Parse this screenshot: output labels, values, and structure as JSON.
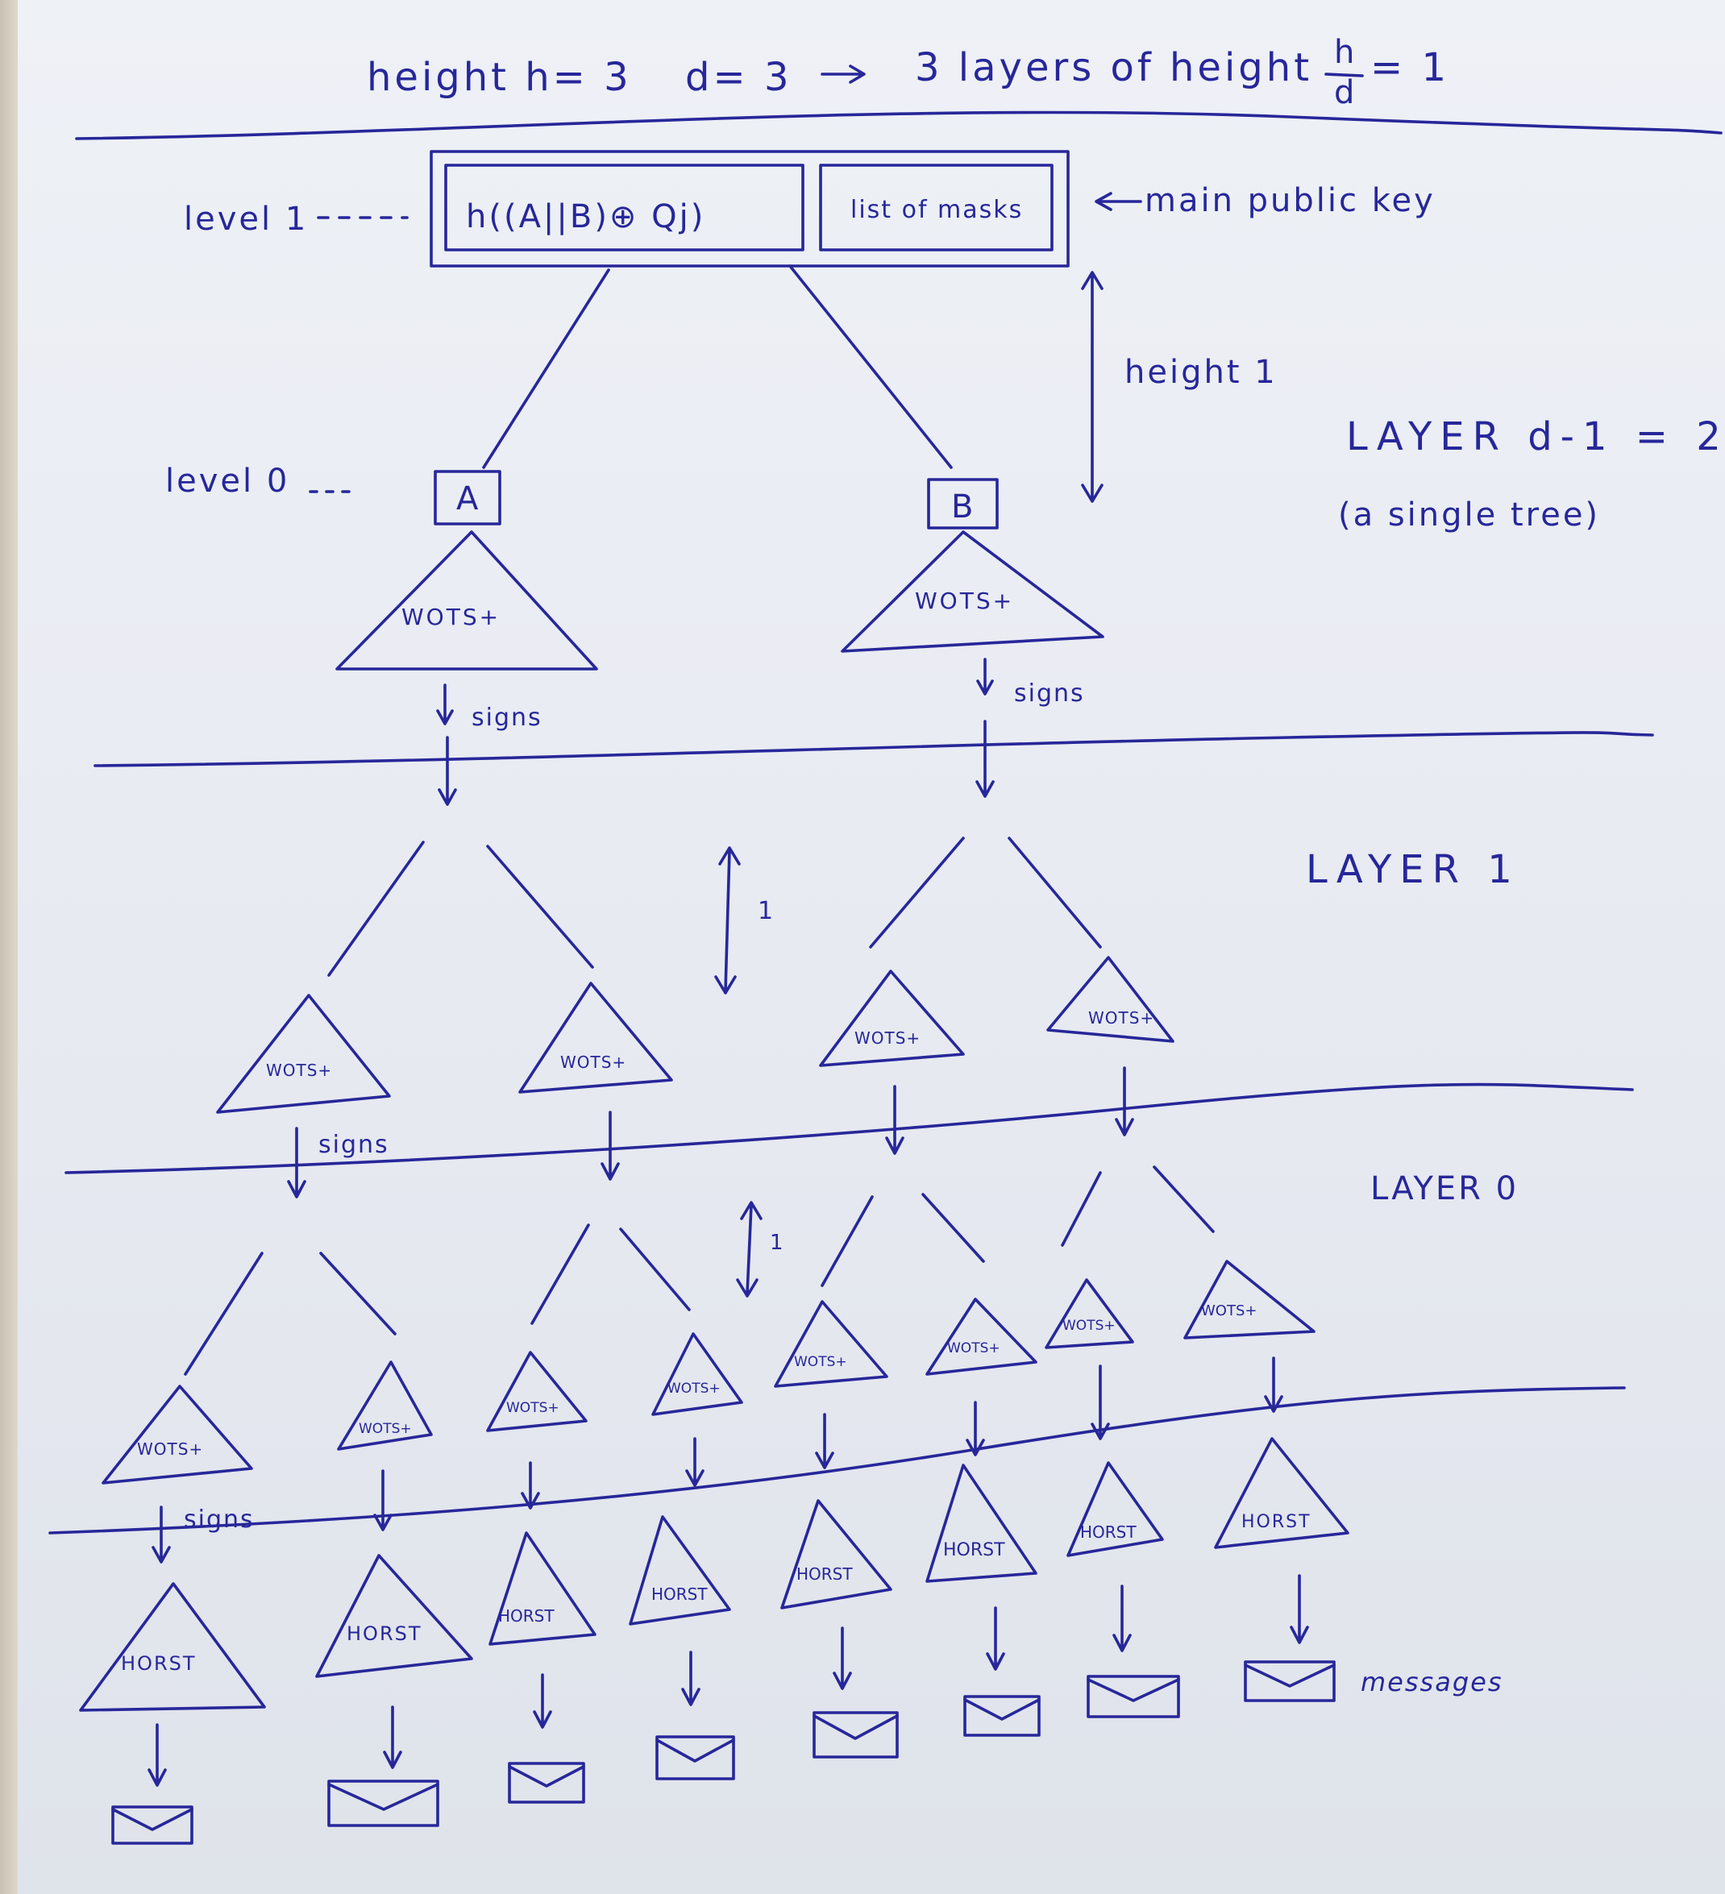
{
  "header": {
    "height_eq": "height h= 3",
    "d_eq": "d= 3",
    "layers_text": "3 layers of height",
    "frac_num": "h",
    "frac_den": "d",
    "frac_result": "= 1"
  },
  "root": {
    "level_label": "level 1",
    "hash_text": "h((A||B)⊕ Qj)",
    "masks_text": "list of masks",
    "pubkey_label": "main public key",
    "height_label": "height 1"
  },
  "level0": {
    "label": "level 0",
    "node_a": "A",
    "node_b": "B"
  },
  "layers": {
    "top_title": "LAYER d-1 = 2",
    "top_subtitle": "(a single tree)",
    "mid_title": "LAYER 1",
    "mid_height": "1",
    "bottom_title": "LAYER 0",
    "bottom_height": "1"
  },
  "labels": {
    "wots": "WOTS+",
    "horst": "HORST",
    "signs": "signs",
    "messages": "messages"
  },
  "colors": {
    "ink": "#27279a",
    "paper": "#eef1f6"
  }
}
